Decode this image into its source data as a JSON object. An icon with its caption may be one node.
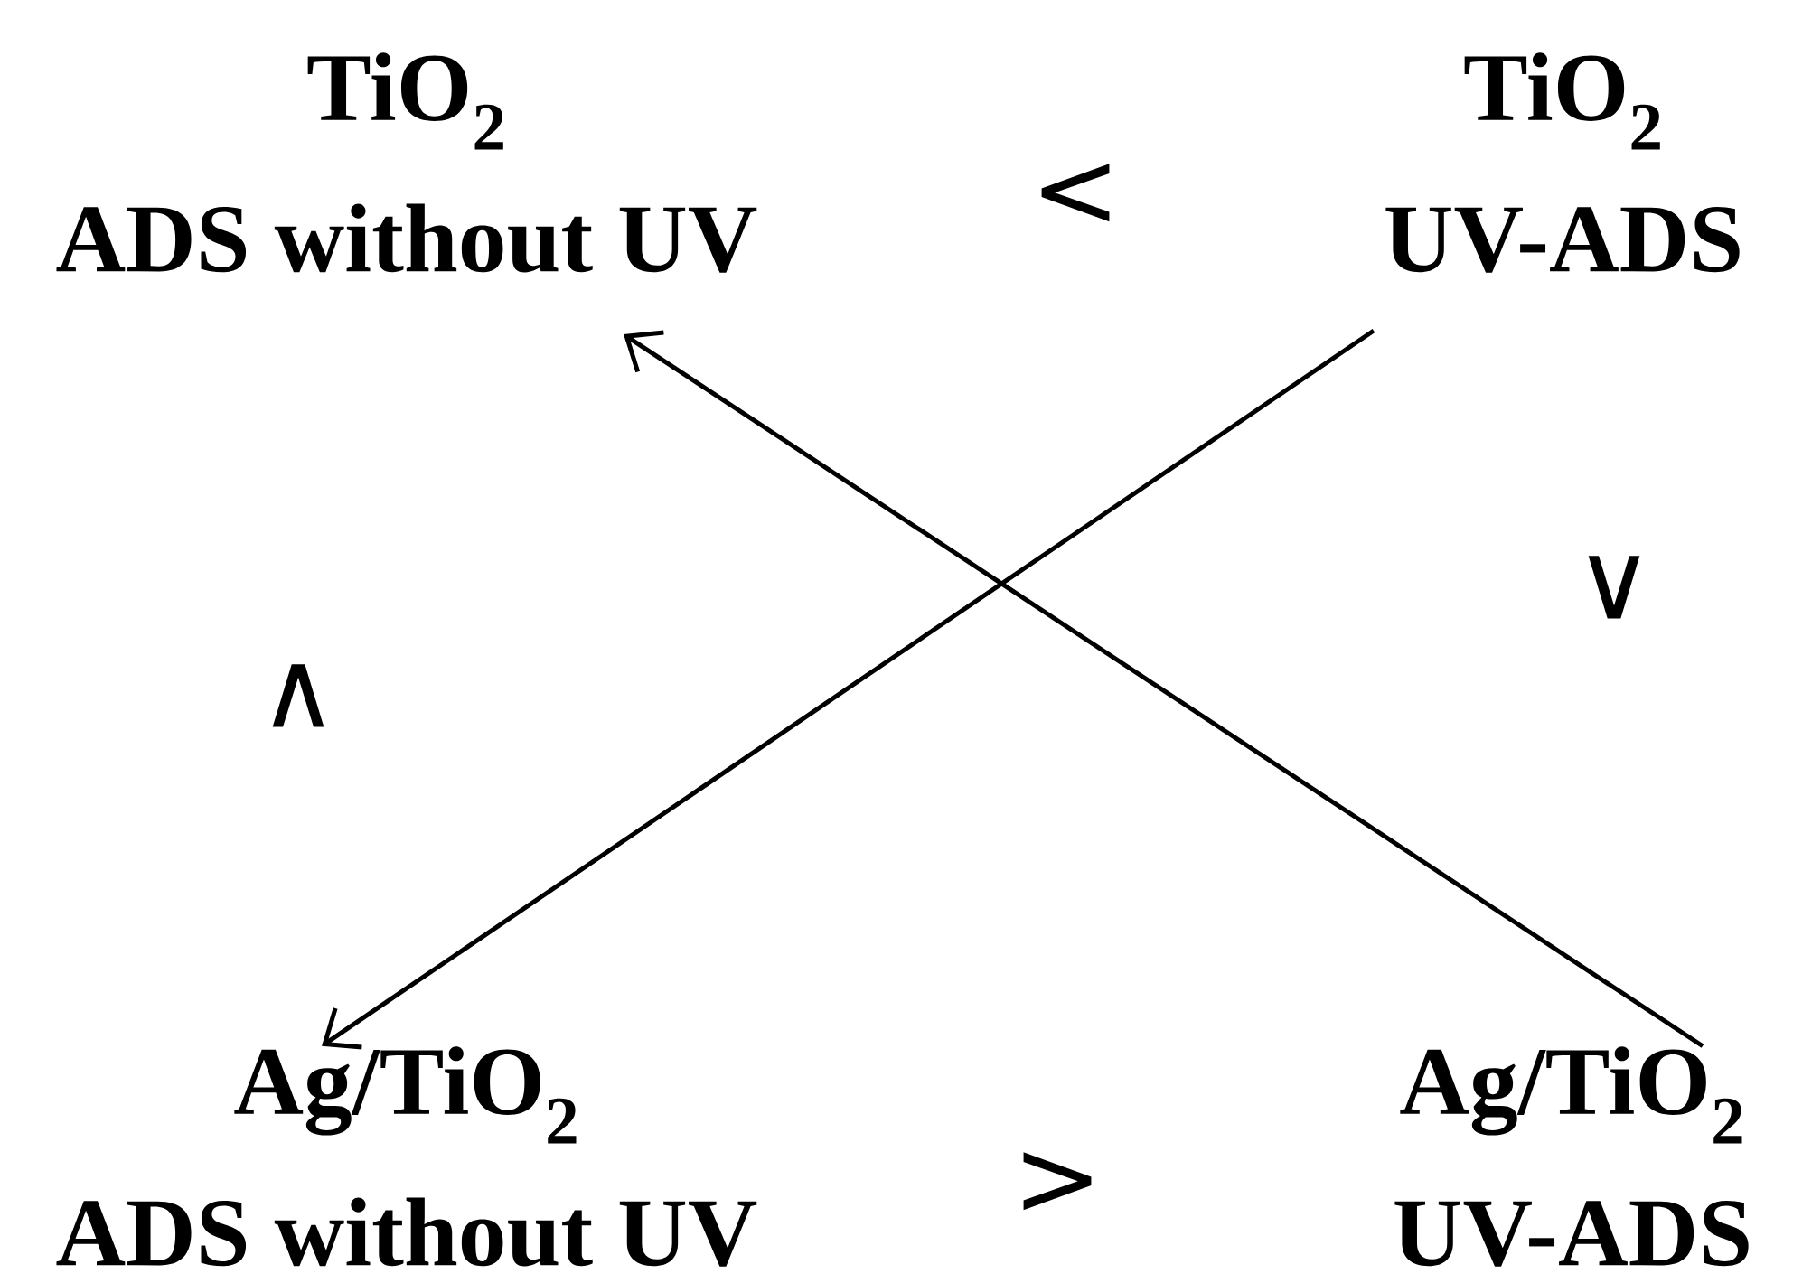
{
  "diagram": {
    "nodes": [
      {
        "text": [
          "TiO$_{2}$",
          "ADS without UV"
        ]
      },
      {
        "text": [
          "TiO$_{2}$",
          "UV-ADS"
        ]
      },
      {
        "text": [
          "Ag/TiO$_{2}$",
          "ADS without UV"
        ]
      },
      {
        "text": [
          "Ag/TiO$_{2}$",
          "UV-ADS"
        ]
      }
    ],
    "edges": [
      {
        "from": 3,
        "to": 0,
        "arrow": "to"
      },
      {
        "from": 1,
        "to": 2,
        "arrow": "to"
      }
    ],
    "labels": [
      "<",
      "∨",
      "∧",
      ">"
    ]
  }
}
